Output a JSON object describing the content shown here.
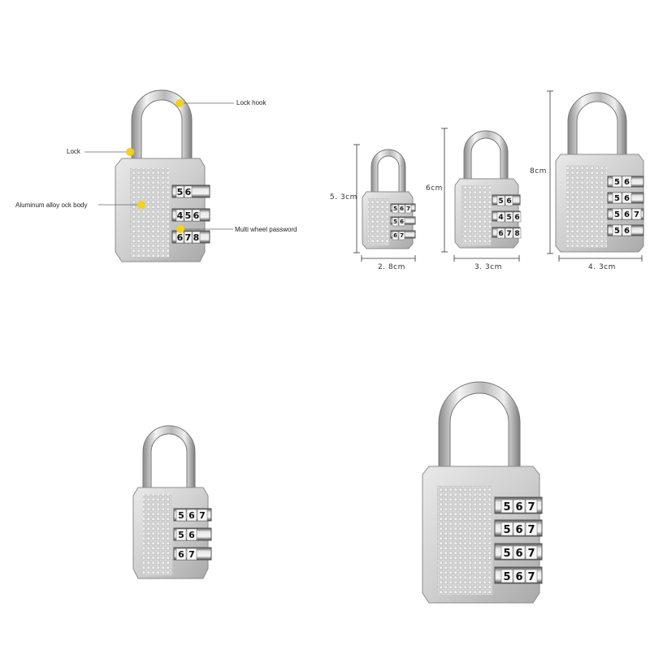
{
  "callouts": {
    "lock_hook": "Lock hook",
    "lock": "Lock",
    "body": "Aluminum alloy ock body",
    "wheels": "Multi wheel password"
  },
  "dimensions": {
    "small_height": "5. 3cm",
    "small_width": "2. 8cm",
    "medium_height": "6cm",
    "medium_width": "3. 3cm",
    "large_height": "8cm",
    "large_width": "4. 3cm"
  },
  "locks": {
    "main": {
      "dials": [
        [
          "5",
          "6"
        ],
        [
          "4",
          "5",
          "6"
        ],
        [
          "6",
          "7",
          "8"
        ]
      ]
    },
    "small": {
      "dials": [
        [
          "5",
          "6",
          "7"
        ],
        [
          "5",
          "6"
        ],
        [
          "6",
          "7"
        ]
      ]
    },
    "medium": {
      "dials": [
        [
          "5",
          "6"
        ],
        [
          "4",
          "5",
          "6"
        ],
        [
          "6",
          "7",
          "8"
        ]
      ]
    },
    "large": {
      "dials": [
        [
          "5",
          "6"
        ],
        [
          "5",
          "6"
        ],
        [
          "5",
          "6",
          "7"
        ],
        [
          "5",
          "6"
        ]
      ]
    },
    "bottom_left": {
      "dials": [
        [
          "5",
          "6",
          "7"
        ],
        [
          "5",
          "6"
        ],
        [
          "6",
          "7"
        ]
      ]
    },
    "bottom_right": {
      "dials": [
        [
          "5",
          "6",
          "7"
        ],
        [
          "5",
          "6",
          "7"
        ],
        [
          "5",
          "6",
          "7"
        ],
        [
          "5",
          "6",
          "7"
        ]
      ]
    }
  },
  "colors": {
    "accent_dot": "#f2d21b",
    "metal": "#c9c9c9"
  }
}
